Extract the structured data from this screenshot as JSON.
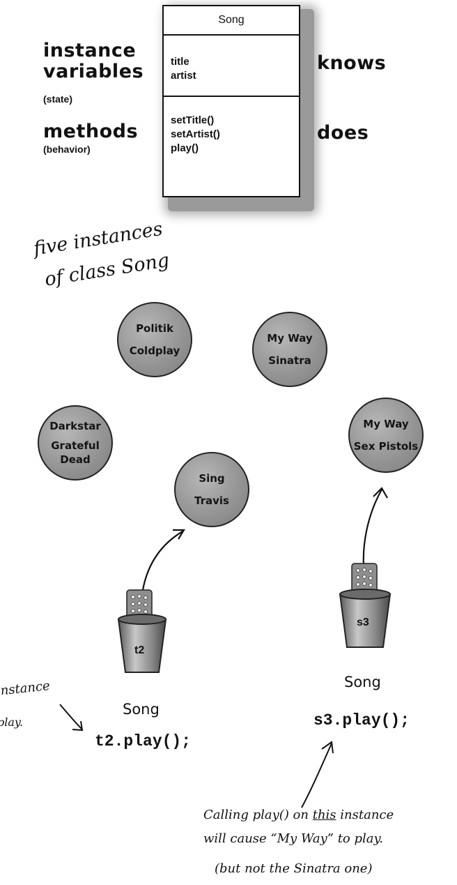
{
  "uml": {
    "class_name": "Song",
    "instance_variables": [
      "title",
      "artist"
    ],
    "methods": [
      "setTitle()",
      "setArtist()",
      "play()"
    ]
  },
  "labels": {
    "instance_line1": "instance",
    "instance_line2": "variables",
    "state": "(state)",
    "methods": "methods",
    "behavior": "(behavior)",
    "knows": "knows",
    "does": "does"
  },
  "caption": {
    "line1": "five instances",
    "line2": "of class Song"
  },
  "songs": [
    {
      "title": "Politik",
      "artist": "Coldplay"
    },
    {
      "title": "My Way",
      "artist": "Sinatra"
    },
    {
      "title": "Darkstar",
      "artist": "Grateful Dead"
    },
    {
      "title": "Sing",
      "artist": "Travis"
    },
    {
      "title": "My Way",
      "artist": "Sex Pistols"
    }
  ],
  "references": [
    {
      "var": "t2",
      "type": "Song",
      "call": "t2.play();"
    },
    {
      "var": "s3",
      "type": "Song",
      "call": "s3.play();"
    }
  ],
  "notes": {
    "left_line1": "instance",
    "left_line2": "play.",
    "right_line1_pre": "Calling play() on ",
    "right_line1_em": "this",
    "right_line1_post": " instance",
    "right_line2": "will cause “My Way” to play.",
    "right_line3": "(but not the Sinatra one)"
  }
}
